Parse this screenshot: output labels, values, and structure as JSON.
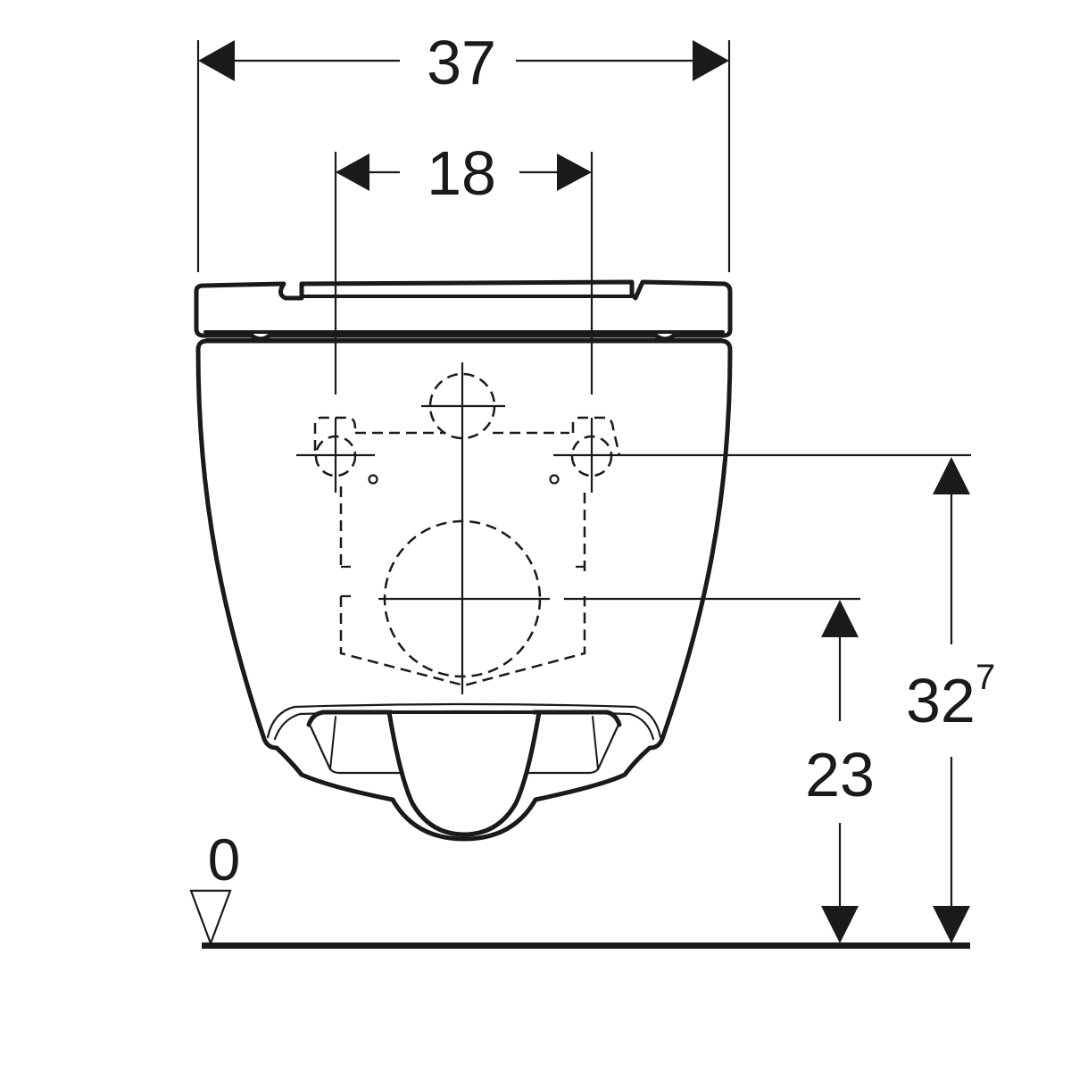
{
  "drawing": {
    "type": "technical-dimension-drawing",
    "subject": "wall-hung toilet, front view",
    "colors": {
      "line": "#1a1a1a",
      "background": "#ffffff"
    }
  },
  "dimensions": {
    "overall_width": {
      "value": "37"
    },
    "fixing_centres": {
      "value": "18"
    },
    "outlet_height": {
      "value": "23"
    },
    "fixing_height": {
      "value": "32",
      "superscript": "7"
    },
    "floor_reference": {
      "value": "0"
    }
  }
}
